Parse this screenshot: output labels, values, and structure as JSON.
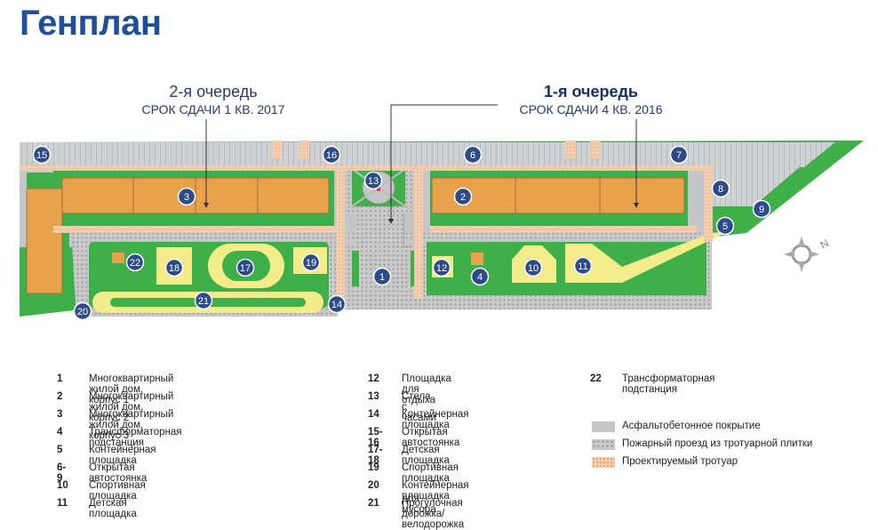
{
  "title": "Генплан",
  "phases": [
    {
      "name": "2-я очередь",
      "term": "СРОК СДАЧИ 1 КВ. 2017"
    },
    {
      "name": "1-я очередь",
      "term": "СРОК СДАЧИ 4 КВ. 2016"
    }
  ],
  "markers": [
    "1",
    "2",
    "3",
    "4",
    "5",
    "6",
    "7",
    "8",
    "9",
    "10",
    "11",
    "12",
    "13",
    "14",
    "15",
    "16",
    "17",
    "18",
    "19",
    "20",
    "21",
    "22"
  ],
  "compass_label": "N",
  "legend": [
    {
      "num": "1",
      "label": "Многоквартирный жилой дом, корпус 1"
    },
    {
      "num": "2",
      "label": "Многоквартирный жилой дом, корпус 2"
    },
    {
      "num": "3",
      "label": "Многоквартирный жилой дом, корпус 3"
    },
    {
      "num": "4",
      "label": "Трансформаторная подстанция"
    },
    {
      "num": "5",
      "label": "Контейнерная площадка"
    },
    {
      "num": "6-9",
      "label": "Открытая автостоянка"
    },
    {
      "num": "10",
      "label": "Спортивная площадка"
    },
    {
      "num": "11",
      "label": "Детская площадка"
    },
    {
      "num": "12",
      "label": "Площадка для отдыха"
    },
    {
      "num": "13",
      "label": "Стела с часами"
    },
    {
      "num": "14",
      "label": "Контейнерная площадка"
    },
    {
      "num": "15-16",
      "label": "Открытая автостоянка"
    },
    {
      "num": "17-18",
      "label": "Детская площадка"
    },
    {
      "num": "19",
      "label": "Спортивная площадка"
    },
    {
      "num": "20",
      "label": "Контейнерная площадка",
      "label2": "для мусора"
    },
    {
      "num": "21",
      "label": "Прогулочная дорожка/велодорожка"
    },
    {
      "num": "22",
      "label": "Трансформаторная подстанция"
    }
  ],
  "surfaces": [
    {
      "label": "Асфальтобетонное покрытие",
      "color": "#c4c6c8"
    },
    {
      "label": "Пожарный проезд из тротуарной плитки",
      "color": "#b9b9b9"
    },
    {
      "label": "Проектируемый тротуар",
      "color": "#f1c9a8"
    }
  ],
  "colors": {
    "title": "#1f4e9c",
    "marker": "#2d4b86",
    "building": "#e8a24b",
    "grass": "#3faf4a",
    "asphalt": "#c4c6c8",
    "sidewalk": "#f1c9a8",
    "playground": "#f3ec8a"
  }
}
